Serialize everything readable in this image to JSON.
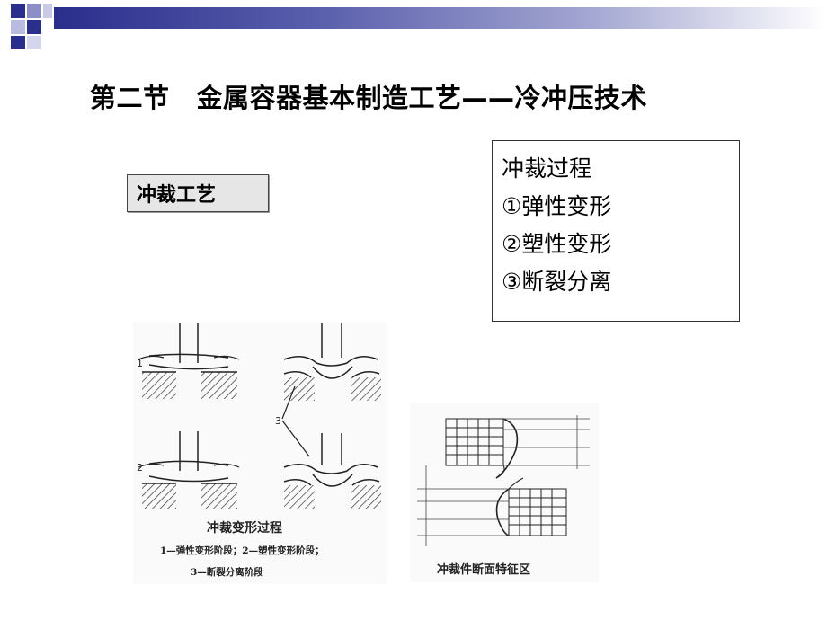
{
  "slide": {
    "title_part1": "第二节",
    "title_part2": "金属容器基本制造工艺——冷冲压技术",
    "tag": "冲裁工艺"
  },
  "process_box": {
    "heading": "冲裁过程",
    "steps": [
      "①弹性变形",
      "②塑性变形",
      "③断裂分离"
    ]
  },
  "figure_left": {
    "caption": "冲裁变形过程",
    "legend_line1": "1—弹性变形阶段；2—塑性变形阶段；",
    "legend_line2": "3—断裂分离阶段",
    "label_1": "1",
    "label_2": "2",
    "label_3": "3"
  },
  "figure_right": {
    "caption": "冲裁件断面特征区"
  },
  "colors": {
    "header_dark": "#2a2e8c",
    "header_light": "#a5a8d2",
    "tag_bg": "#e6e6e6"
  }
}
